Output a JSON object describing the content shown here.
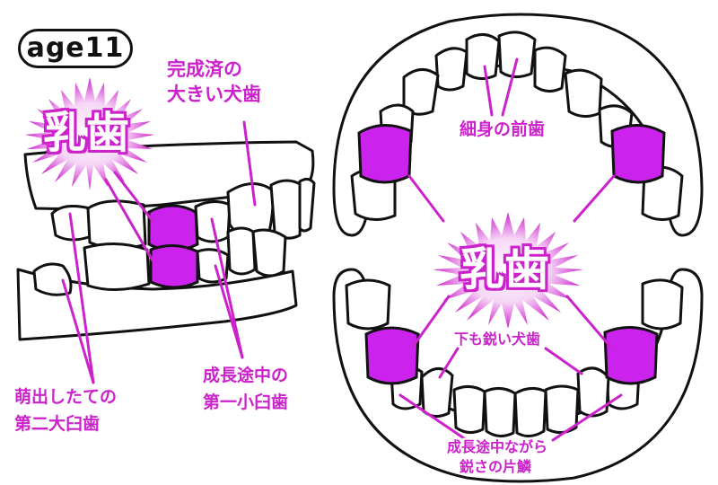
{
  "age_badge": "age11",
  "milk_label_left": "乳歯",
  "milk_label_center": "乳歯",
  "labels": {
    "canine_done_line1": "完成済の",
    "canine_done_line2": "大きい犬歯",
    "molar_line1": "萌出したての",
    "molar_line2": "第二大臼歯",
    "premolar_line1": "成長途中の",
    "premolar_line2": "第一小臼歯",
    "incisors": "細身の前歯",
    "lower_canine": "下も鋭い犬歯",
    "growing_line1": "成長途中ながら",
    "growing_line2": "鋭さの片鱗"
  },
  "colors": {
    "accent": "#cc22cc",
    "highlight": "#cc22ee",
    "ink": "#111111"
  }
}
